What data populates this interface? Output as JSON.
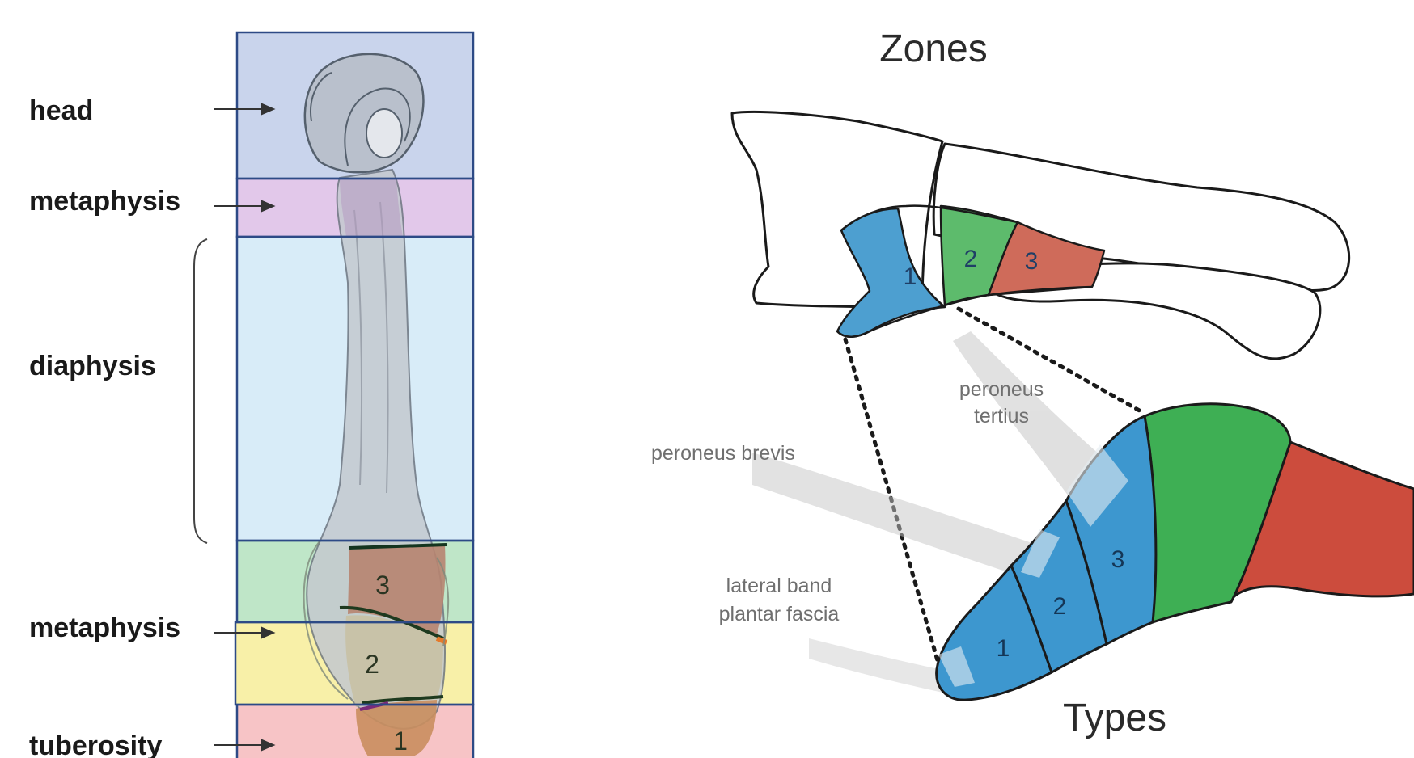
{
  "left_panel": {
    "labels": {
      "head": "head",
      "metaphysis_proximal": "metaphysis",
      "diaphysis": "diaphysis",
      "metaphysis_distal": "metaphysis",
      "tuberosity": "tuberosity"
    },
    "region_numbers": [
      "3",
      "2",
      "1"
    ],
    "region_colors": {
      "head": "#c9d4ec",
      "metaphysis": "#e2c8ea",
      "diaphysis": "#d8ecf8",
      "zone3": "#bfe6c8",
      "zone2": "#f8f0a8",
      "zone1": "#f7c4c6",
      "border": "#2d4a86"
    }
  },
  "right_panel": {
    "title_top": "Zones",
    "title_bottom": "Types",
    "zone_numbers": [
      "1",
      "2",
      "3"
    ],
    "type_numbers": [
      "1",
      "2",
      "3"
    ],
    "muscle_labels": {
      "peroneus_tertius_line1": "peroneus",
      "peroneus_tertius_line2": "tertius",
      "peroneus_brevis": "peroneus brevis",
      "lateral_band_line1": "lateral band",
      "lateral_band_line2": "plantar fascia"
    },
    "colors": {
      "blue": "#3d97cf",
      "green": "#3eaf54",
      "red": "#cc4c3d",
      "zone_blue": "#4d9fd0",
      "zone_green": "#5dbb6c",
      "zone_red": "#cf6b5a"
    }
  }
}
